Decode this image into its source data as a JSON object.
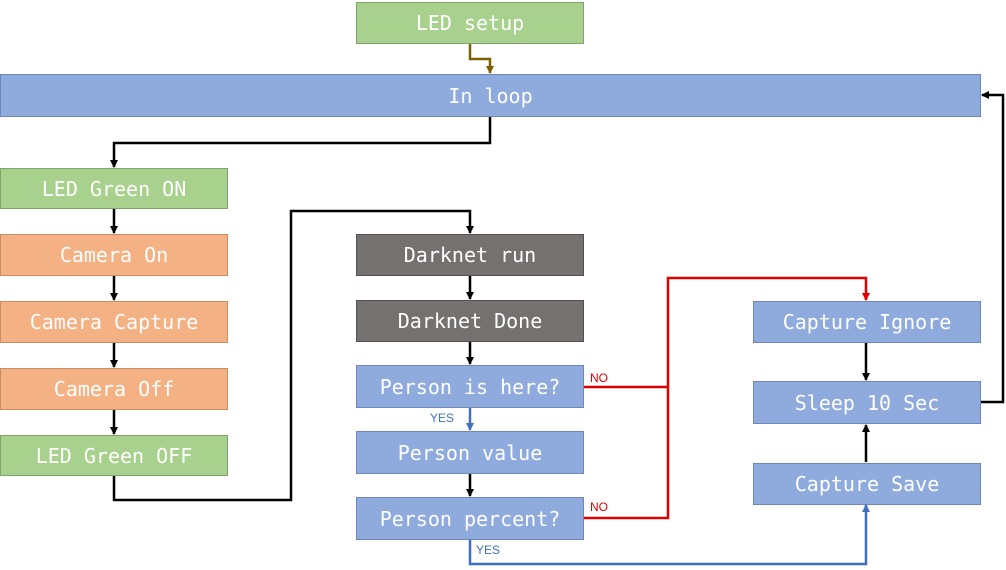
{
  "colors": {
    "green": "#a9d18e",
    "blue": "#8faadc",
    "orange": "#f4b183",
    "dark": "#767171",
    "edge_default": "#000000",
    "edge_setup": "#7f6000",
    "edge_no": "#e00000",
    "edge_yes": "#3f6fbf"
  },
  "nodes": {
    "led_setup": "LED setup",
    "in_loop": "In loop",
    "led_green_on": "LED Green ON",
    "camera_on": "Camera On",
    "camera_capture": "Camera Capture",
    "camera_off": "Camera Off",
    "led_green_off": "LED Green OFF",
    "darknet_run": "Darknet run",
    "darknet_done": "Darknet Done",
    "person_is_here": "Person is here?",
    "person_value": "Person value",
    "person_percent": "Person percent?",
    "capture_ignore": "Capture Ignore",
    "sleep_10": "Sleep 10 Sec",
    "capture_save": "Capture Save"
  },
  "edge_labels": {
    "no_is_here": "NO",
    "yes_is_here": "YES",
    "no_percent": "NO",
    "yes_percent": "YES"
  }
}
